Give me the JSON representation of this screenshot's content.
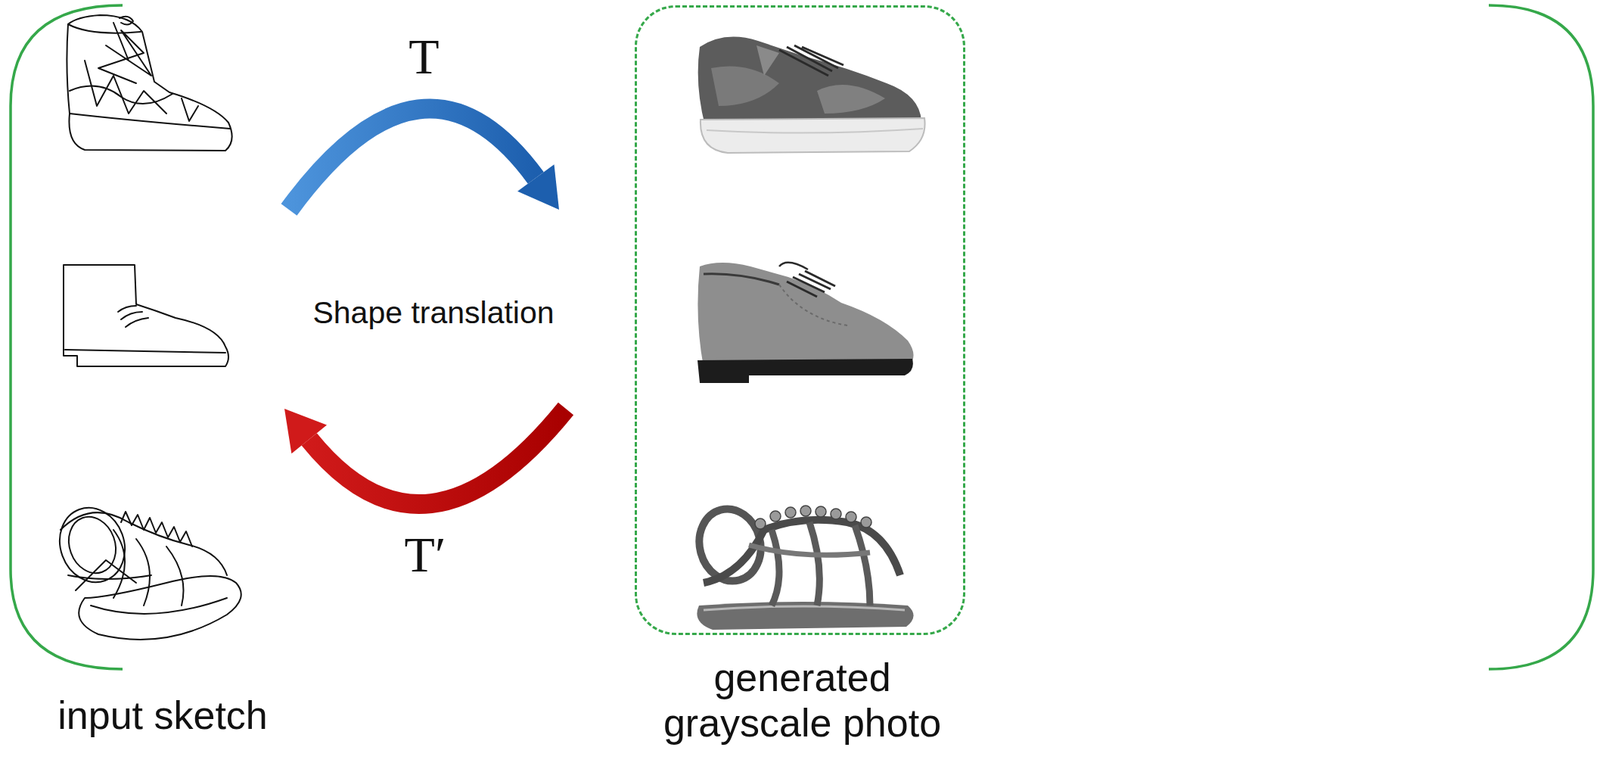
{
  "diagram": {
    "nodes": [
      {
        "text": [
          "input sketch"
        ]
      },
      {
        "text": [
          "generated grayscale photo"
        ]
      }
    ],
    "edges": [
      {
        "from": 0,
        "to": 1,
        "arrow": "to",
        "label": "T"
      },
      {
        "from": 1,
        "to": 0,
        "arrow": "to",
        "label": "T′"
      }
    ],
    "labels": [
      "Shape translation"
    ]
  }
}
